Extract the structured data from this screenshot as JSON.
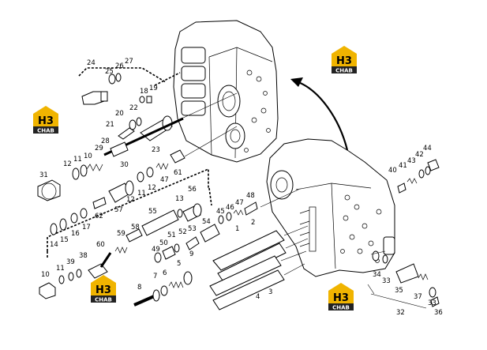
{
  "logos": [
    {
      "id": "top-right",
      "mark": "H3",
      "caption": "CHAB"
    },
    {
      "id": "left",
      "mark": "H3",
      "caption": "CHAB"
    },
    {
      "id": "bottom-left",
      "mark": "H3",
      "caption": "CHAB"
    },
    {
      "id": "bottom-right",
      "mark": "H3",
      "caption": "CHAB"
    }
  ],
  "callouts": {
    "c1": "1",
    "c2": "2",
    "c3": "3",
    "c4": "4",
    "c5": "5",
    "c6": "6",
    "c7": "7",
    "c8": "8",
    "c9": "9",
    "c10": "10",
    "c11a": "11",
    "c11b": "11",
    "c11c": "11",
    "c12a": "12",
    "c12b": "12",
    "c12c": "12",
    "c13": "13",
    "c14": "14",
    "c15": "15",
    "c16": "16",
    "c17": "17",
    "c18": "18",
    "c19": "19",
    "c20": "20",
    "c21": "21",
    "c22": "22",
    "c23": "23",
    "c24": "24",
    "c25": "25",
    "c26": "26",
    "c27": "27",
    "c28": "28",
    "c29": "29",
    "c30": "30",
    "c31": "31",
    "c32": "32",
    "c33a": "33",
    "c33b": "33",
    "c34": "34",
    "c35": "35",
    "c36": "36",
    "c37": "37",
    "c38": "38",
    "c39": "39",
    "c40": "40",
    "c41": "41",
    "c42": "42",
    "c43": "43",
    "c44": "44",
    "c45": "45",
    "c46": "46",
    "c47a": "47",
    "c47b": "47",
    "c48": "48",
    "c49": "49",
    "c50": "50",
    "c51": "51",
    "c52": "52",
    "c53": "53",
    "c54": "54",
    "c55": "55",
    "c56": "56",
    "c57": "57",
    "c58": "58",
    "c59": "59",
    "c60": "60",
    "c61": "61",
    "c62": "62"
  }
}
